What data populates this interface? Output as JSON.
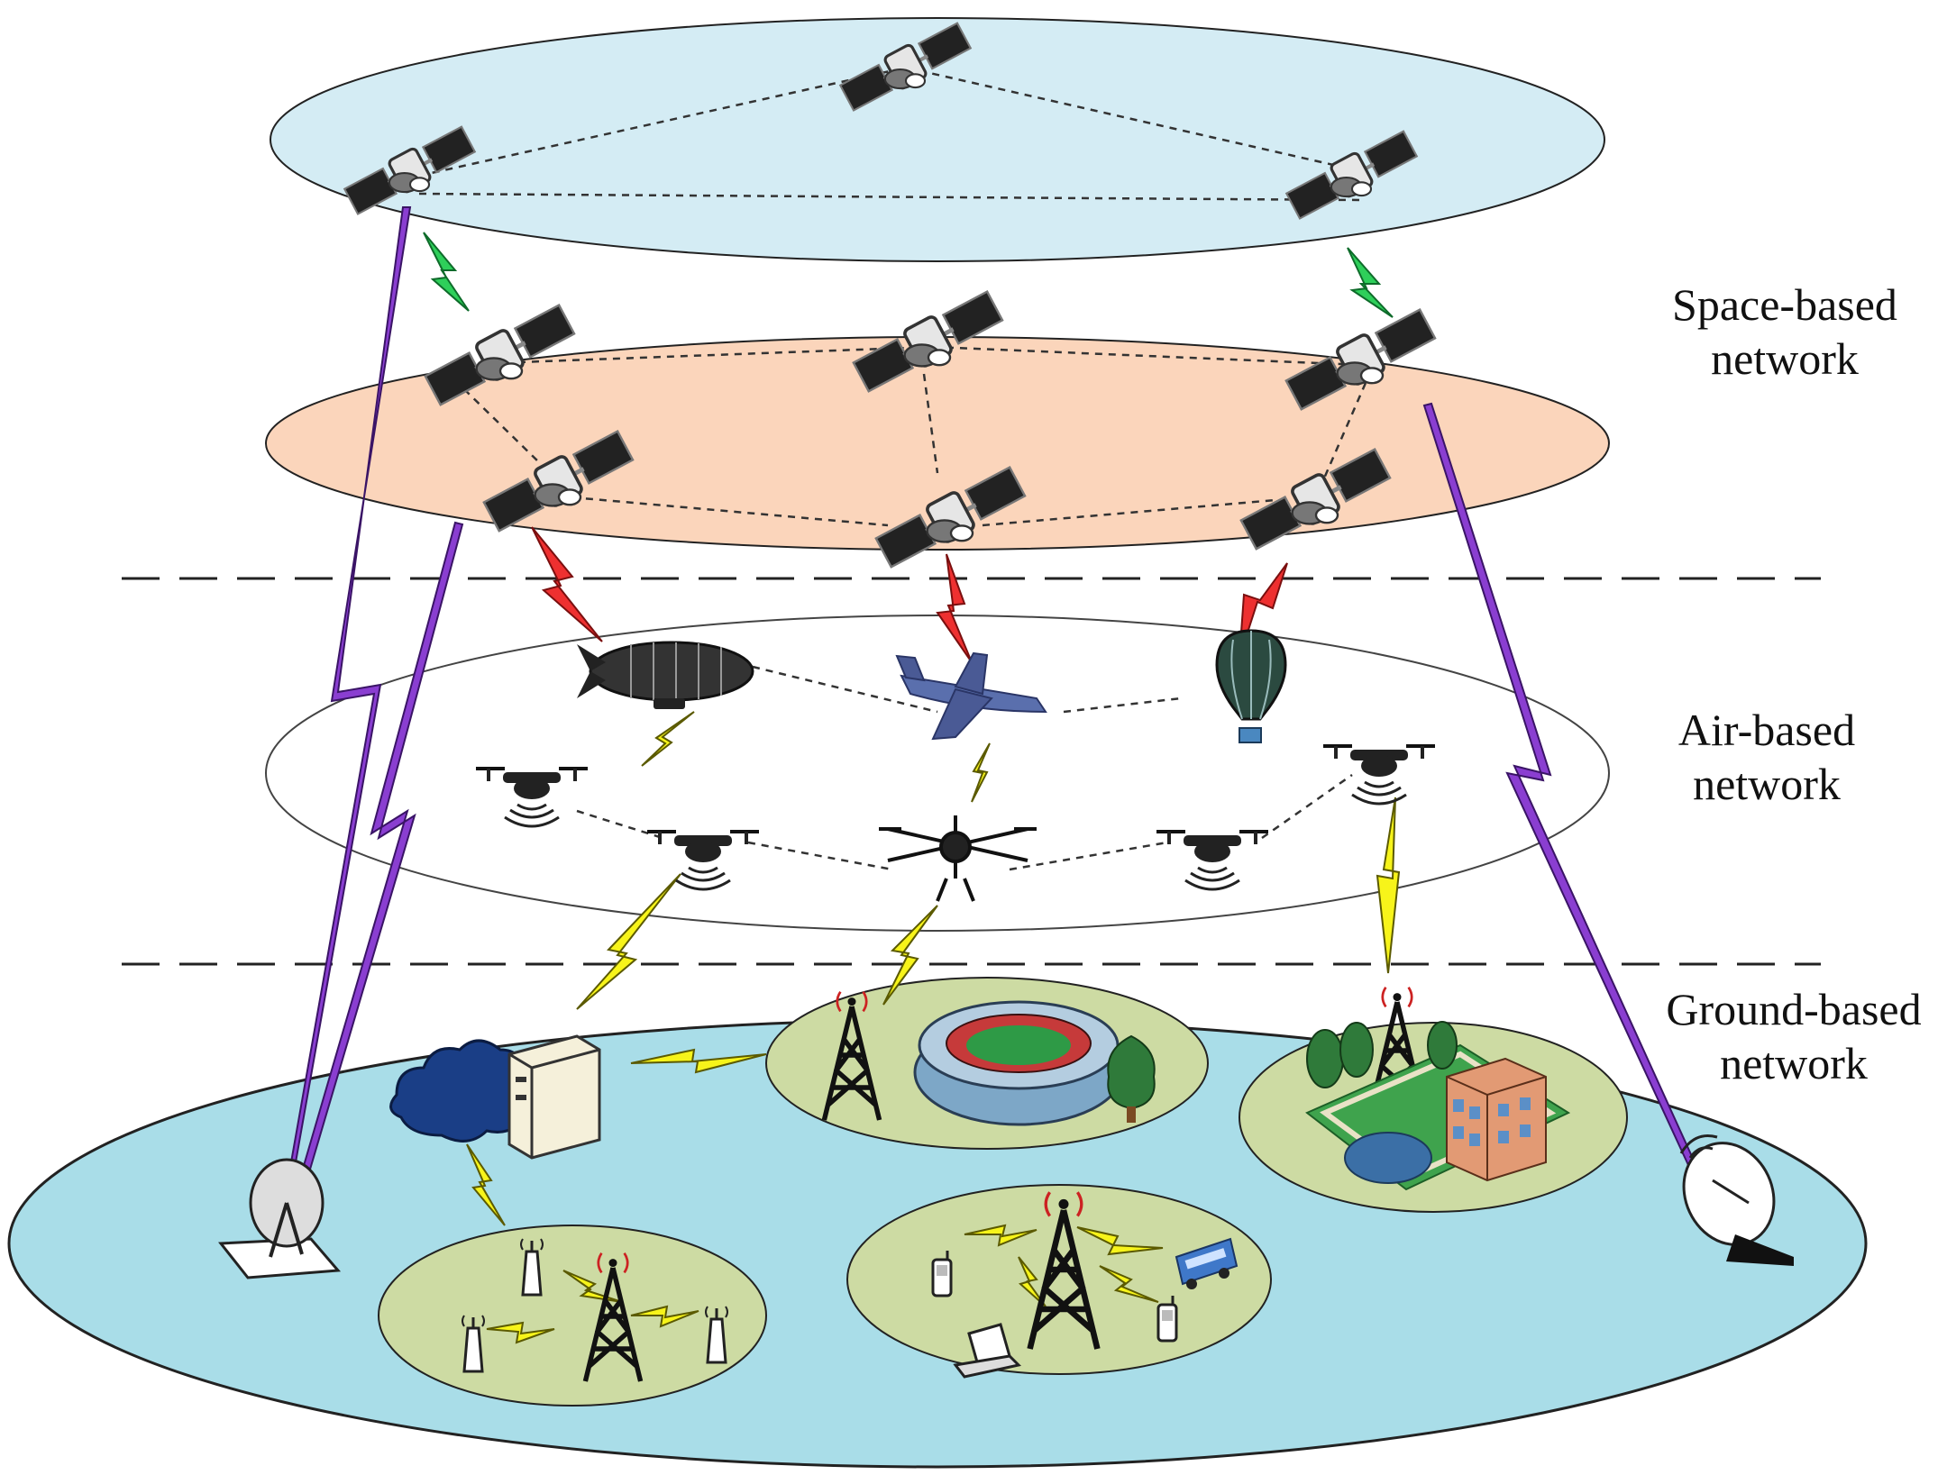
{
  "labels": {
    "space": [
      "Space-based",
      "network"
    ],
    "air": [
      "Air-based",
      "network"
    ],
    "ground": [
      "Ground-based",
      "network"
    ]
  },
  "colors": {
    "space_upper_orbit": "#d4ecf4",
    "space_lower_orbit": "#fbd5bb",
    "air_layer": "#ffffff",
    "ground_layer": "#a9dde8",
    "ground_cell": "#cddba3",
    "link_purple": "#8a3ed1",
    "link_green": "#2ecf5a",
    "link_red": "#ee3030",
    "link_yellow": "#f7f41a"
  },
  "icons": {
    "geo_satellites": [
      "satellite-icon",
      "satellite-icon",
      "satellite-icon"
    ],
    "leo_satellites": [
      "satellite-icon",
      "satellite-icon",
      "satellite-icon",
      "satellite-icon",
      "satellite-icon",
      "satellite-icon"
    ],
    "air_platforms": [
      "airship-icon",
      "airplane-icon",
      "hot-air-balloon-icon",
      "drone-icon",
      "drone-icon",
      "drone-icon",
      "drone-icon",
      "multirotor-drone-icon"
    ],
    "ground": [
      "satellite-dish-icon",
      "satellite-dish-icon",
      "cloud-icon",
      "server-icon",
      "cell-tower-icon",
      "stadium-icon",
      "tree-icon",
      "building-icon",
      "pond-icon",
      "bus-icon",
      "laptop-icon",
      "mobile-phone-icon"
    ]
  }
}
